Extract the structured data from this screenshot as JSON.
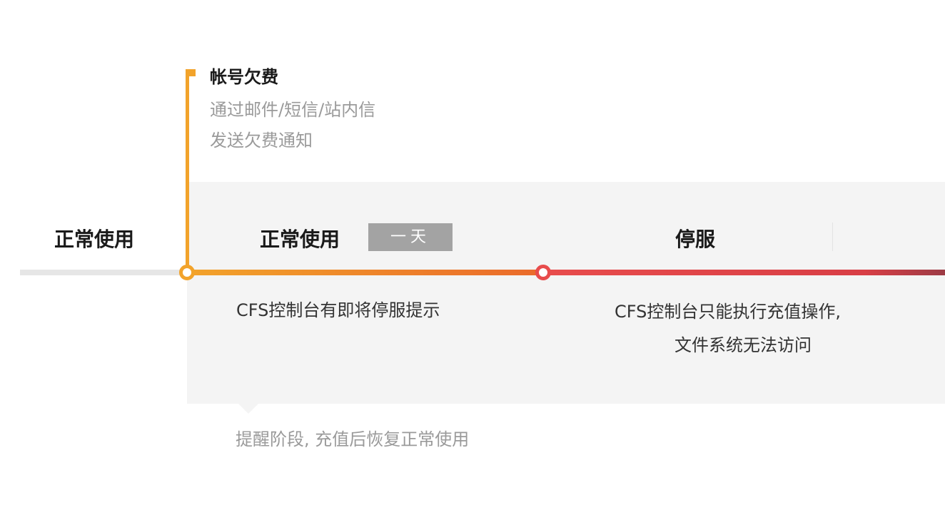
{
  "notice": {
    "title": "帐号欠费",
    "desc_line1": "通过邮件/短信/站内信",
    "desc_line2": "发送欠费通知"
  },
  "stages": {
    "normal_before_label": "正常使用",
    "normal_grace_label": "正常使用",
    "grace_duration_badge": "一天",
    "suspended_label": "停服"
  },
  "descriptions": {
    "grace_desc": "CFS控制台有即将停服提示",
    "suspended_desc_line1": "CFS控制台只能执行充值操作,",
    "suspended_desc_line2": "文件系统无法访问"
  },
  "footer_note": "提醒阶段, 充值后恢复正常使用",
  "colors": {
    "orange": "#f2a32b",
    "red": "#e84c4c",
    "gray_track": "#e6e6e6",
    "panel_bg": "#f4f4f4",
    "badge_bg": "#a3a3a3"
  }
}
